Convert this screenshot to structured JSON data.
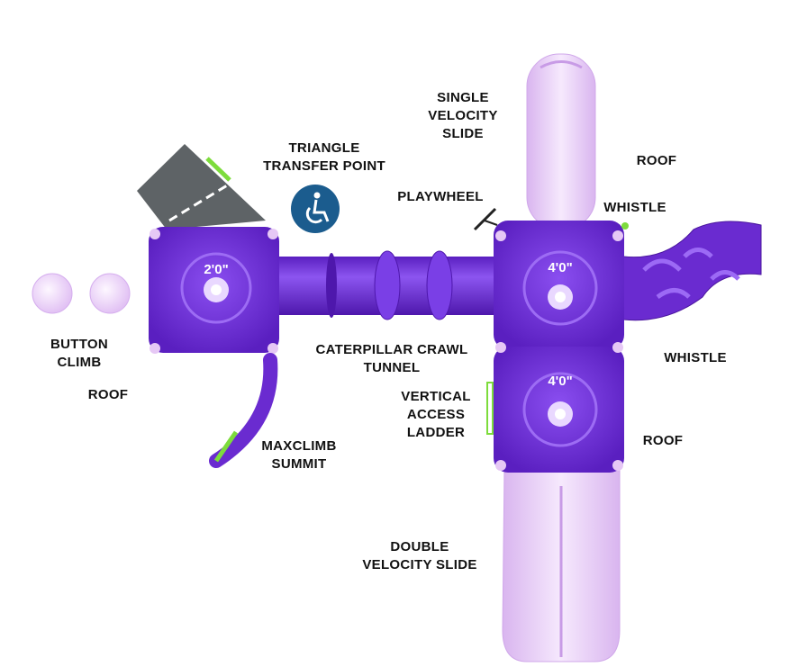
{
  "labels": {
    "single_slide": [
      "SINGLE",
      "VELOCITY",
      "SLIDE"
    ],
    "triangle_transfer": [
      "TRIANGLE",
      "TRANSFER POINT"
    ],
    "roof_top_right": "ROOF",
    "playwheel": "PLAYWHEEL",
    "whistle_top": "WHISTLE",
    "button_climb": [
      "BUTTON",
      "CLIMB"
    ],
    "roof_left": "ROOF",
    "caterpillar_tunnel": [
      "CATERPILLAR CRAWL",
      "TUNNEL"
    ],
    "whistle_right": "WHISTLE",
    "vertical_ladder": [
      "VERTICAL",
      "ACCESS",
      "LADDER"
    ],
    "roof_bottom_right": "ROOF",
    "maxclimb": [
      "MAXCLIMB",
      "SUMMIT"
    ],
    "double_slide": [
      "DOUBLE",
      "VELOCITY SLIDE"
    ]
  },
  "decks": {
    "left_height": "2'0\"",
    "right_top_height": "4'0\"",
    "right_bottom_height": "4'0\""
  },
  "icons": {
    "accessibility": "wheelchair-accessible-icon"
  },
  "colors": {
    "purple": "#6a2bd0",
    "lavender": "#e6c8f5",
    "gray": "#5e6366",
    "green": "#7ddc3c",
    "access_blue": "#1b5c8e"
  }
}
